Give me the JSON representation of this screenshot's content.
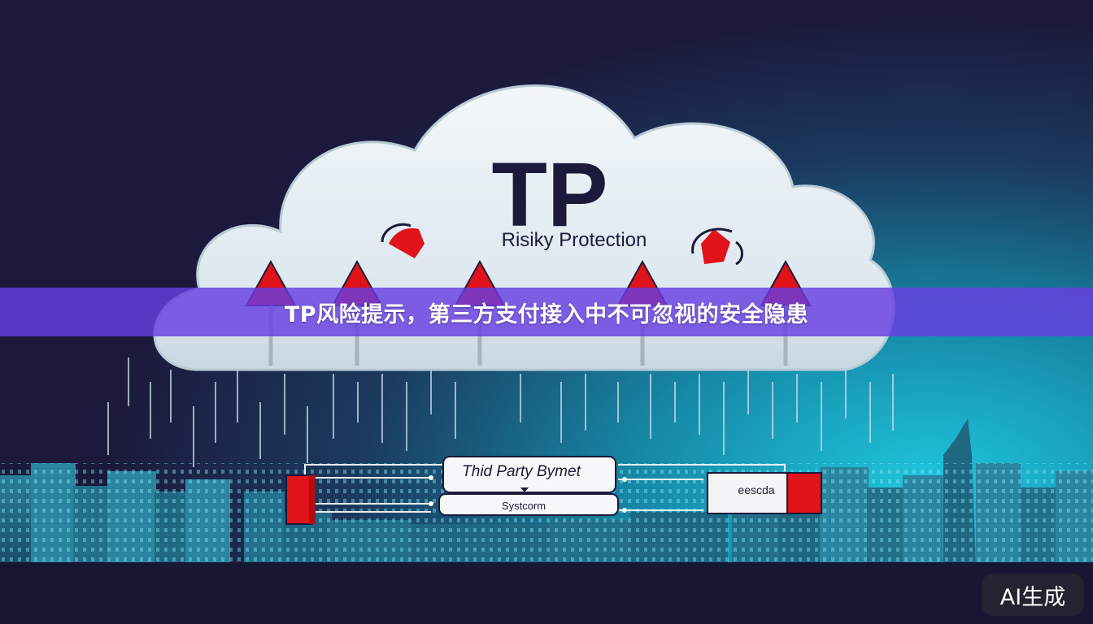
{
  "image": {
    "cloud_title": "TP",
    "cloud_subtitle": "Risiky Protection",
    "flow_box_top": "Thid Party Bymet",
    "flow_box_bottom": "Systcorm",
    "right_box_label": "eescda"
  },
  "banner": {
    "title": "TP风险提示，第三方支付接入中不可忽视的安全隐患"
  },
  "badge": {
    "label": "AI生成"
  },
  "colors": {
    "background_dark": "#1a1838",
    "teal_glow": "#21c3d8",
    "banner_purple": "#6b40e0",
    "warning_red": "#e0121a",
    "cloud_white": "#eef3f7"
  }
}
